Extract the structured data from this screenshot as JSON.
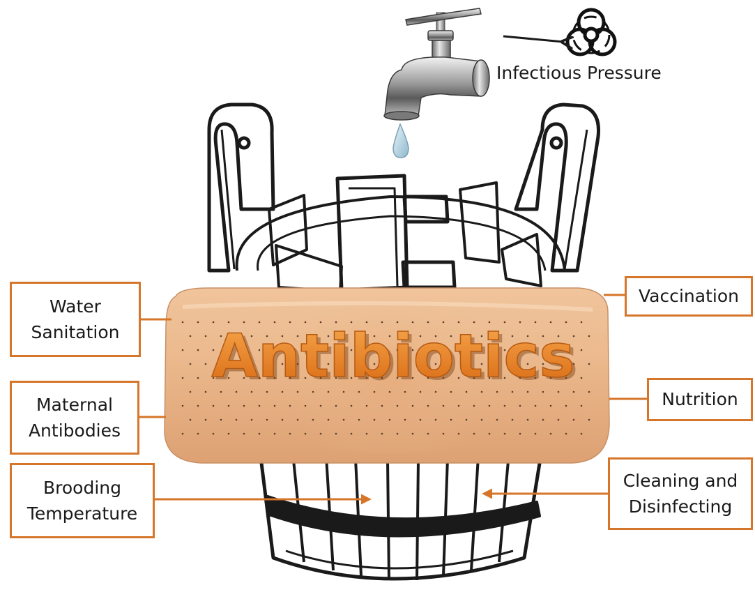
{
  "bandage_text": "Antibiotics",
  "threat_label": "Infectious Pressure",
  "factors": {
    "water": [
      "Water",
      "Sanitation"
    ],
    "maternal": [
      "Maternal",
      "Antibodies"
    ],
    "brooding": [
      "Brooding",
      "Temperature"
    ],
    "vaccination": [
      "Vaccination"
    ],
    "nutrition": [
      "Nutrition"
    ],
    "cleaning": [
      "Cleaning and",
      "Disinfecting"
    ]
  },
  "colors": {
    "box_border": "#d6762a",
    "arrow": "#d6762a",
    "bandage": "#eab88c",
    "antibiotics_text": "#e37a1c",
    "bucket_outline": "#1a1a1a"
  },
  "icons": [
    "faucet-icon",
    "water-drop-icon",
    "biohazard-icon"
  ]
}
